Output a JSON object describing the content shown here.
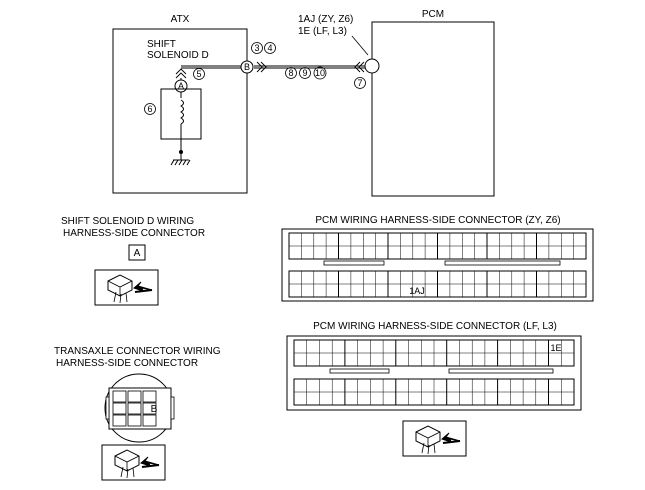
{
  "schematic": {
    "atx_label": "ATX",
    "pcm_label": "PCM",
    "solenoid_line1": "SHIFT",
    "solenoid_line2": "SOLENOID D",
    "pcm_terminal_line1": "1AJ (ZY, Z6)",
    "pcm_terminal_line2": "1E (LF, L3)",
    "point_a": "A",
    "point_b": "B",
    "refs": {
      "r3": "3",
      "r4": "4",
      "r5": "5",
      "r6": "6",
      "r7": "7",
      "r8": "8",
      "r9": "9",
      "r10": "10"
    }
  },
  "solenoid_connector": {
    "title_line1": "SHIFT SOLENOID D WIRING",
    "title_line2": "HARNESS-SIDE CONNECTOR",
    "box_label": "A"
  },
  "transaxle_connector": {
    "title_line1": "TRANSAXLE CONNECTOR WIRING",
    "title_line2": "HARNESS-SIDE CONNECTOR",
    "terminal_label": "B"
  },
  "pcm_connector_zy": {
    "title": "PCM WIRING HARNESS-SIDE CONNECTOR (ZY, Z6)",
    "terminal_label": "1AJ"
  },
  "pcm_connector_lf": {
    "title": "PCM WIRING HARNESS-SIDE CONNECTOR (LF, L3)",
    "terminal_label": "1E"
  }
}
